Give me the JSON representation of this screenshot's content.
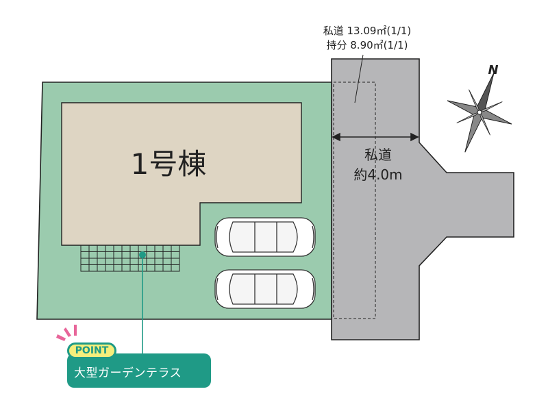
{
  "plan": {
    "building_label": "1号棟",
    "private_road_area_line1": "私道 13.09㎡(1/1)",
    "private_road_area_line2": "持分 8.90㎡(1/1)",
    "road_label_line1": "私道",
    "road_label_line2": "約4.0m",
    "north_label": "N",
    "point_badge": "POINT",
    "point_text": "大型ガーデンテラス"
  },
  "colors": {
    "lot": "#9bcbae",
    "building": "#ded5c3",
    "road": "#b6b6b8",
    "teal": "#1f9a86",
    "badge": "#f5ee7c",
    "accent_pink": "#e8669a"
  }
}
